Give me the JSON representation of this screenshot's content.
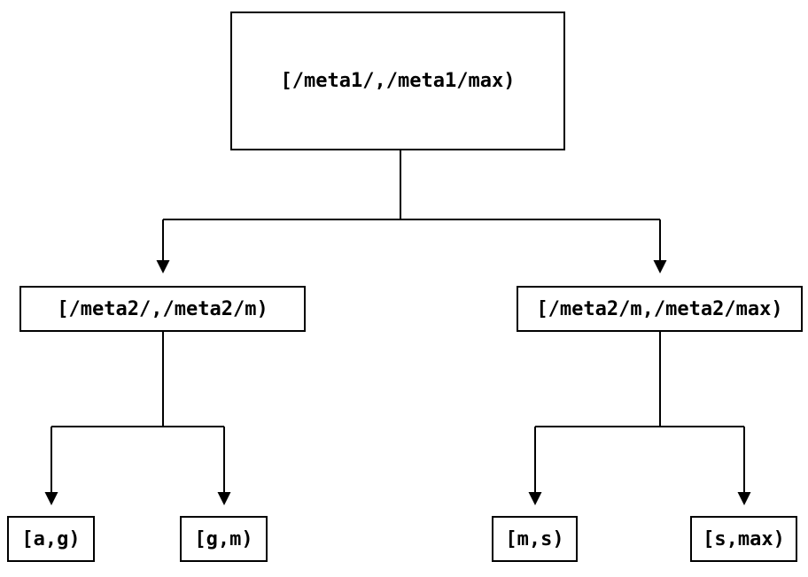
{
  "diagram": {
    "type": "tree",
    "background_color": "#ffffff",
    "line_color": "#000000",
    "box_border_color": "#000000",
    "text_color": "#000000",
    "nodes": {
      "root": "[/meta1/,/meta1/max)",
      "left_child": "[/meta2/,/meta2/m)",
      "right_child": "[/meta2/m,/meta2/max)",
      "leaf_1": "[a,g)",
      "leaf_2": "[g,m)",
      "leaf_3": "[m,s)",
      "leaf_4": "[s,max)"
    },
    "edges": [
      {
        "from": "root",
        "to": "left_child"
      },
      {
        "from": "root",
        "to": "right_child"
      },
      {
        "from": "left_child",
        "to": "leaf_1"
      },
      {
        "from": "left_child",
        "to": "leaf_2"
      },
      {
        "from": "right_child",
        "to": "leaf_3"
      },
      {
        "from": "right_child",
        "to": "leaf_4"
      }
    ]
  }
}
